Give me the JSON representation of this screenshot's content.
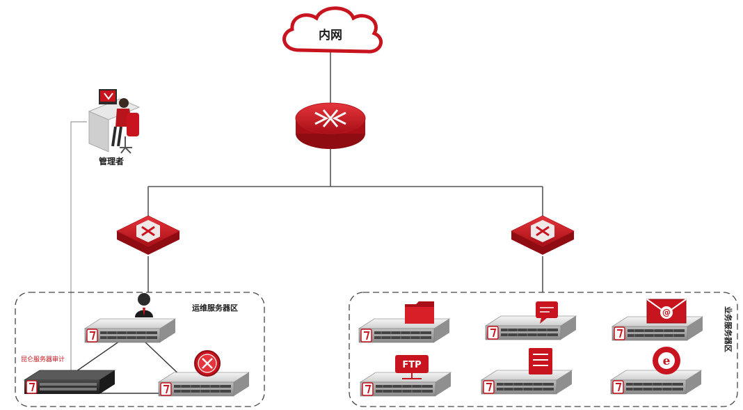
{
  "cloud": {
    "label": "内网"
  },
  "admin": {
    "label": "管理者"
  },
  "ops_zone": {
    "label": "运维服务器区"
  },
  "audit_server": {
    "label": "昆仑服务器审计"
  },
  "business_zone": {
    "label": "业务服务器区"
  },
  "icons": {
    "folder": "folder-icon",
    "chat": "chat-bubble-icon",
    "mail": "mail-icon",
    "ftp": "ftp-icon",
    "database": "database-icon",
    "browser": "ie-browser-icon",
    "user": "user-icon",
    "shield": "tools-icon"
  },
  "colors": {
    "accent": "#c8141e",
    "line": "#555555",
    "server": "#d9d9d9",
    "server_dark": "#2b2b2b"
  }
}
